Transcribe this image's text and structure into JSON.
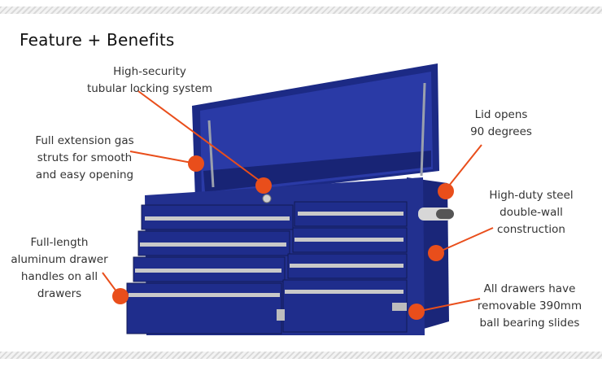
{
  "page": {
    "title": "Feature + Benefits"
  },
  "colors": {
    "accent": "#e94e1b",
    "chest_blue": "#1f2e8c",
    "chest_dark": "#141f63",
    "handle": "#c9c9c9"
  },
  "callouts": {
    "locking": [
      "High-security",
      "tubular locking system"
    ],
    "struts": [
      "Full extension gas",
      "struts for smooth",
      "and easy opening"
    ],
    "lid": [
      "Lid opens",
      "90 degrees"
    ],
    "steel": [
      "High-duty steel",
      "double-wall",
      "construction"
    ],
    "handles": [
      "Full-length",
      "aluminum drawer",
      "handles on all",
      "drawers"
    ],
    "slides": [
      "All drawers have",
      "removable 390mm",
      "ball bearing slides"
    ]
  }
}
